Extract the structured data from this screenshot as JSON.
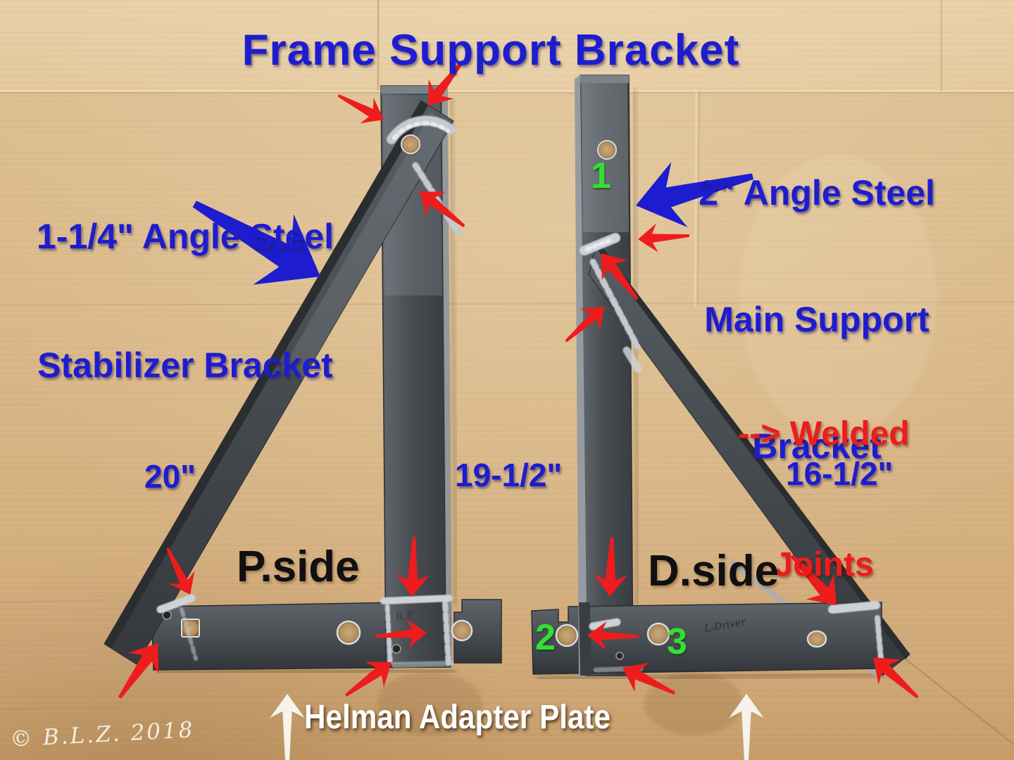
{
  "title": "Frame Support Bracket",
  "annotations": {
    "stabilizer_label": {
      "line1": "1-1/4\" Angle Steel",
      "line2": "Stabilizer Bracket"
    },
    "main_support_label": {
      "line1": "2\" Angle Steel",
      "line2": "Main Support",
      "line3": "Bracket"
    },
    "welded_joints_label": {
      "line1": "--> Welded",
      "line2": "Joints"
    },
    "helman_plate_label": "Helman Adapter Plate",
    "side_left": "P.side",
    "side_right": "D.side"
  },
  "measurements": {
    "left_stabilizer_length": "20\"",
    "main_support_length": "19-1/2\"",
    "right_stabilizer_length": "16-1/2\""
  },
  "markers": {
    "one": "1",
    "two": "2",
    "three": "3"
  },
  "handwriting": {
    "left_plate": "R F",
    "right_plate": "L-Driver"
  },
  "watermark": "© B.L.Z. 2018",
  "colors": {
    "label_blue": "#1d1dcf",
    "arrow_red": "#ee1c1c",
    "marker_green": "#34df34",
    "text_white": "#fdfdfd",
    "text_black": "#101010",
    "cardboard": "#dab888",
    "steel": "#4a4f54"
  }
}
